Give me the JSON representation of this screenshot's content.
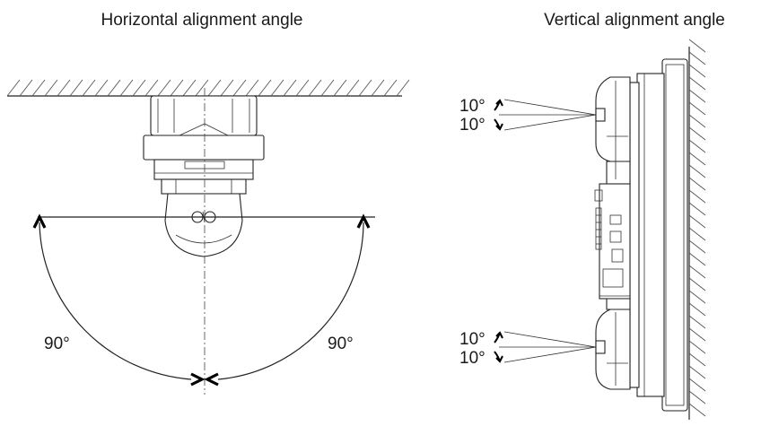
{
  "horizontal": {
    "title": "Horizontal alignment angle",
    "angle_left": "90°",
    "angle_right": "90°"
  },
  "vertical": {
    "title": "Vertical alignment angle",
    "top_up": "10°",
    "top_down": "10°",
    "bottom_up": "10°",
    "bottom_down": "10°"
  }
}
